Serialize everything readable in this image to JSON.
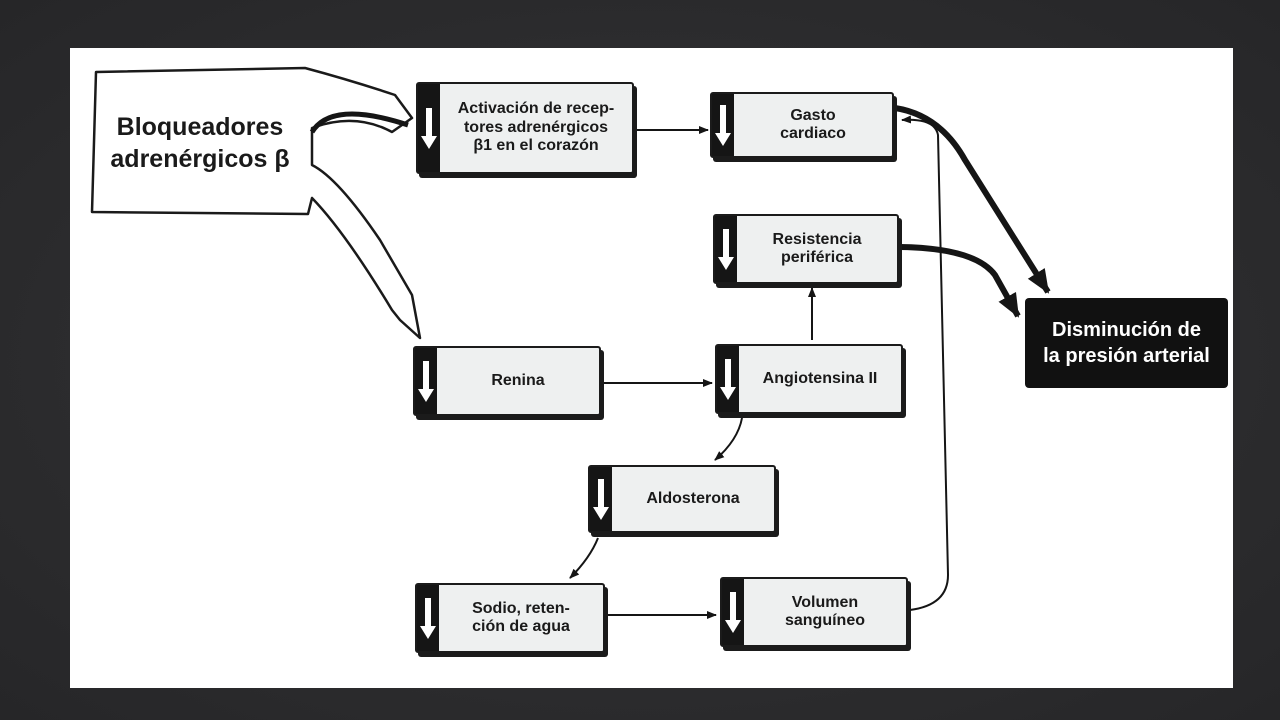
{
  "source": {
    "label": "Bloqueadores\nadrenérgicos β"
  },
  "nodes": {
    "beta1": {
      "label": "Activación de recep-\ntores adrenérgicos\nβ1 en el corazón"
    },
    "gasto": {
      "label": "Gasto\ncardiaco"
    },
    "resistencia": {
      "label": "Resistencia\nperiférica"
    },
    "renina": {
      "label": "Renina"
    },
    "angiotensina": {
      "label": "Angiotensina II"
    },
    "aldosterona": {
      "label": "Aldosterona"
    },
    "sodio": {
      "label": "Sodio, reten-\nción de agua"
    },
    "volumen": {
      "label": "Volumen\nsanguíneo"
    }
  },
  "result": {
    "label": "Disminución de\nla presión arterial"
  },
  "icons": {
    "decrease": "down-arrow-icon"
  },
  "colors": {
    "background": "#2b2b2d",
    "panel": "#ffffff",
    "box_fill": "#eef0f0",
    "ink": "#151515"
  }
}
